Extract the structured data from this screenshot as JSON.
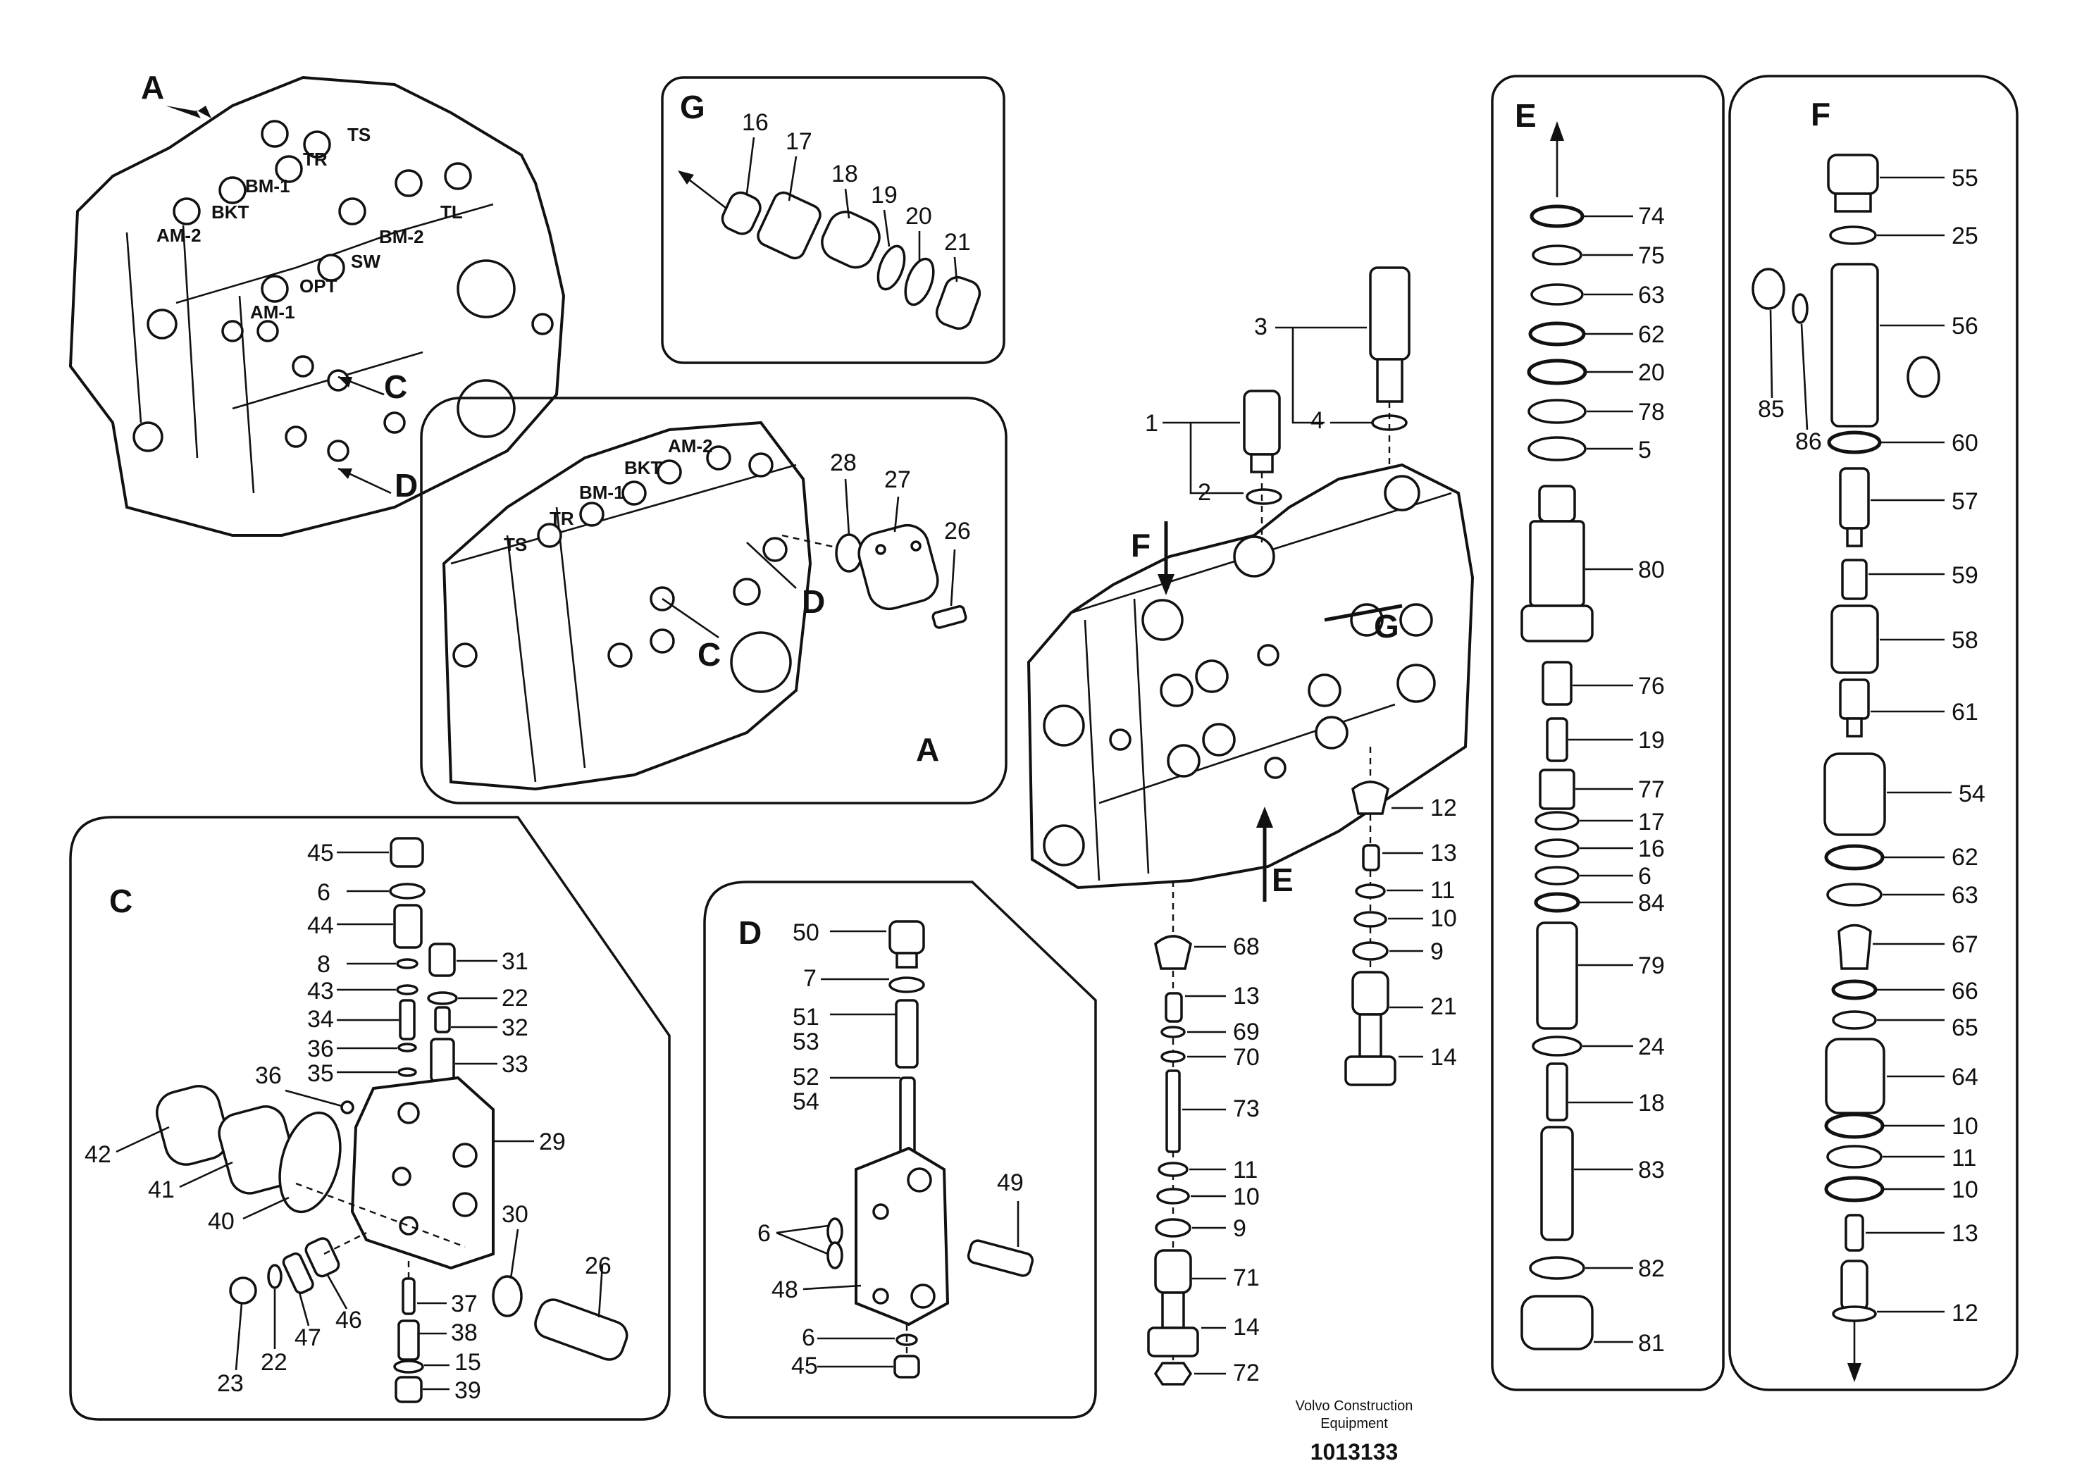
{
  "panels": {
    "A": {
      "title": "A"
    },
    "C": {
      "title": "C"
    },
    "D": {
      "title": "D"
    },
    "E": {
      "title": "E"
    },
    "F": {
      "title": "F"
    },
    "G": {
      "title": "G"
    }
  },
  "valve_labels": [
    "TS",
    "TR",
    "BM-1",
    "BKT",
    "AM-2",
    "TL",
    "BM-2",
    "SW",
    "OPT",
    "AM-1"
  ],
  "arrows": {
    "A": "A",
    "C": "C",
    "D": "D",
    "E": "E",
    "F": "F",
    "G": "G"
  },
  "callouts": {
    "g": [
      "16",
      "17",
      "18",
      "19",
      "20",
      "21"
    ],
    "a": [
      "28",
      "27",
      "26"
    ],
    "main": [
      "1",
      "2",
      "3",
      "4",
      "12",
      "13",
      "11",
      "10",
      "9",
      "21",
      "14",
      "68",
      "13",
      "69",
      "70",
      "73",
      "11",
      "10",
      "9",
      "71",
      "14",
      "72"
    ],
    "e": [
      "74",
      "75",
      "63",
      "62",
      "20",
      "78",
      "5",
      "80",
      "76",
      "19",
      "77",
      "17",
      "16",
      "6",
      "84",
      "79",
      "24",
      "18",
      "83",
      "82",
      "81"
    ],
    "f": [
      "55",
      "25",
      "56",
      "85",
      "86",
      "60",
      "57",
      "59",
      "58",
      "61",
      "54",
      "62",
      "63",
      "67",
      "66",
      "65",
      "64",
      "10",
      "11",
      "10",
      "13",
      "12"
    ],
    "c": [
      "45",
      "6",
      "44",
      "8",
      "43",
      "34",
      "36",
      "35",
      "31",
      "22",
      "32",
      "33",
      "36",
      "42",
      "41",
      "40",
      "29",
      "30",
      "26",
      "23",
      "22",
      "47",
      "46",
      "37",
      "38",
      "15",
      "39"
    ],
    "d": [
      "50",
      "7",
      "51",
      "53",
      "52",
      "54",
      "6",
      "48",
      "49",
      "6",
      "45"
    ]
  },
  "footer": {
    "company_line1": "Volvo Construction",
    "company_line2": "Equipment",
    "drawing_number": "1013133"
  }
}
